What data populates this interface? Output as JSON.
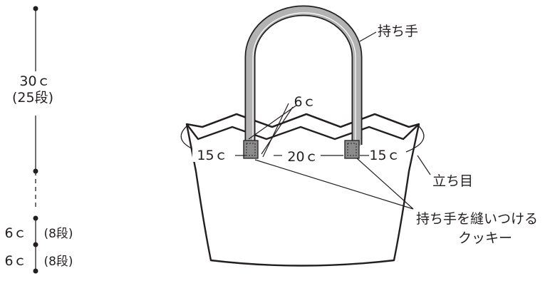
{
  "labels": {
    "height_total": "30ｃ",
    "height_total_rows": "(25段)",
    "height_upper": "6ｃ",
    "height_upper_rows": "(8段)",
    "height_lower": "6ｃ",
    "height_lower_rows": "(8段)",
    "handle": "持ち手",
    "handle_spacing": "6ｃ",
    "width_left": "15ｃ",
    "width_middle": "20ｃ",
    "width_right": "15ｃ",
    "seam": "立ち目",
    "tab_line1": "持ち手を縫いつける",
    "tab_line2": "クッキー"
  },
  "colors": {
    "line": "#231f20",
    "handle_fill": "#b2b2b2",
    "tab_fill": "#8c8c8c"
  }
}
